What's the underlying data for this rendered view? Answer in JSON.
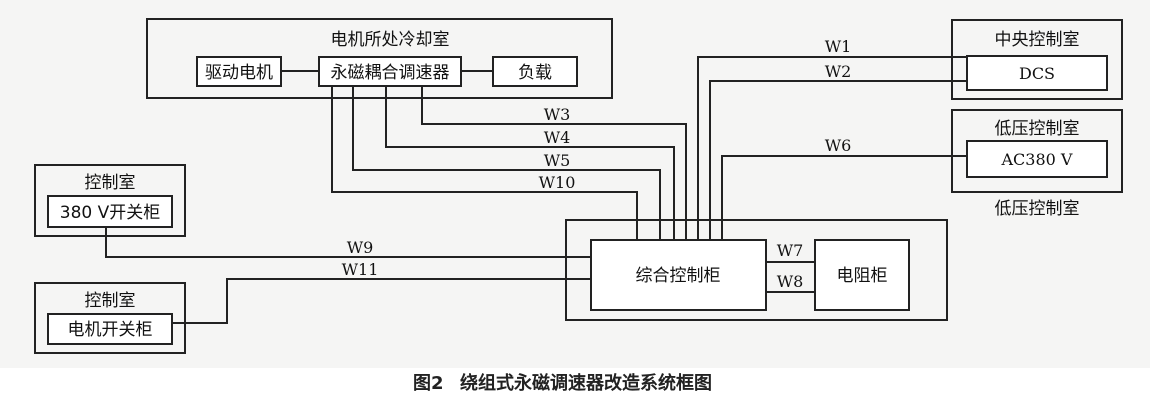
{
  "rooms": {
    "motor_room": {
      "title": "电机所处冷却室",
      "drive_motor": "驱动电机",
      "coupler": "永磁耦合调速器",
      "load": "负载"
    },
    "central_room": {
      "title": "中央控制室",
      "dcs": "DCS"
    },
    "lv_room": {
      "title": "低压控制室",
      "ac": "AC380 V",
      "below": "低压控制室"
    },
    "control_room_1": {
      "title": "控制室",
      "cabinet": "380 V开关柜"
    },
    "control_room_2": {
      "title": "控制室",
      "cabinet": "电机开关柜"
    },
    "cabinet_zone": {
      "main": "综合控制柜",
      "resistor": "电阻柜"
    }
  },
  "wires": {
    "w1": "W1",
    "w2": "W2",
    "w3": "W3",
    "w4": "W4",
    "w5": "W5",
    "w6": "W6",
    "w7": "W7",
    "w8": "W8",
    "w9": "W9",
    "w10": "W10",
    "w11": "W11"
  },
  "caption": {
    "figure_no": "图2",
    "text": "绕组式永磁调速器改造系统框图"
  }
}
